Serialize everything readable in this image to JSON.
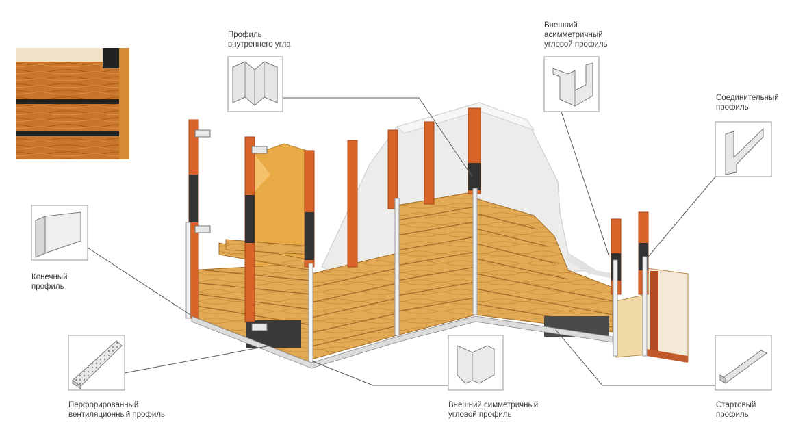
{
  "labels": {
    "inner_corner": [
      "Профиль",
      "внутреннего угла"
    ],
    "outer_asym_corner": [
      "Внешний",
      "асимметричный",
      "угловой профиль"
    ],
    "connector": [
      "Соединительный",
      "профиль"
    ],
    "end_profile": [
      "Конечный",
      "профиль"
    ],
    "perforated": [
      "Перфорированный",
      "вентиляционный профиль"
    ],
    "outer_sym_corner": [
      "Внешний симметричный",
      "угловой профиль"
    ],
    "starter": [
      "Стартовый",
      "профиль"
    ]
  },
  "colors": {
    "wood": "#e2aa55",
    "wood_dark": "#b77a2c",
    "post": "#d9642a",
    "post_dark": "#a94618",
    "wall": "#ececea",
    "insulation": "#e8aa45",
    "leader": "#5a5a5a",
    "sample_wood": "#c9762c"
  }
}
